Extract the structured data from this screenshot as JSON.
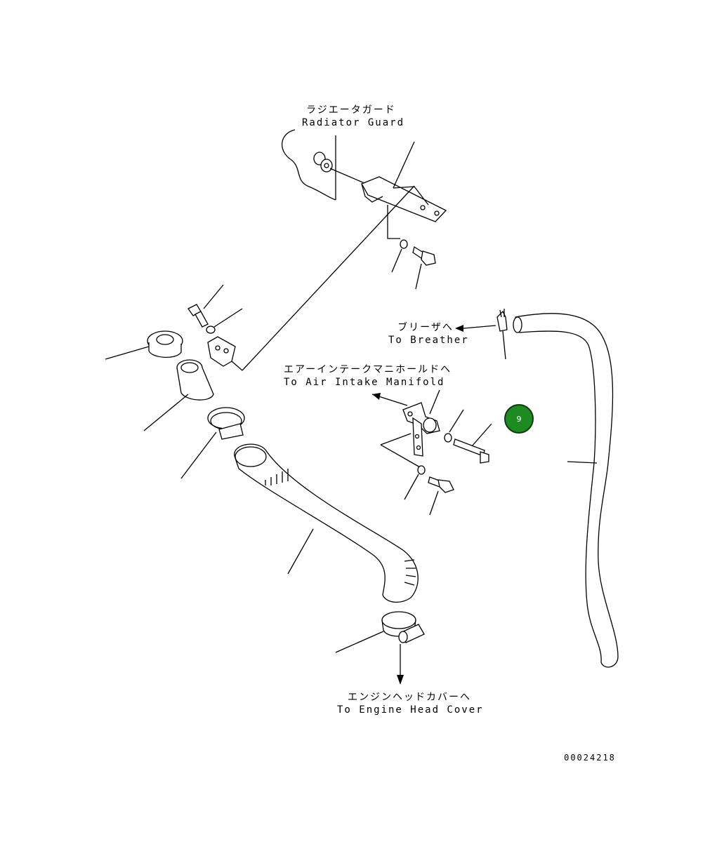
{
  "labels": {
    "radiator_guard_jp": "ラジエータガード",
    "radiator_guard_en": "Radiator Guard",
    "breather_jp": "ブリーザへ",
    "breather_en": "To Breather",
    "manifold_jp": "エアーインテークマニホールドへ",
    "manifold_en": "To Air Intake Manifold",
    "engine_cover_jp": "エンジンヘッドカバーへ",
    "engine_cover_en": "To Engine Head Cover",
    "drawing_number": "00024218"
  },
  "marker": {
    "number": "9",
    "color": "#1e8a22"
  }
}
